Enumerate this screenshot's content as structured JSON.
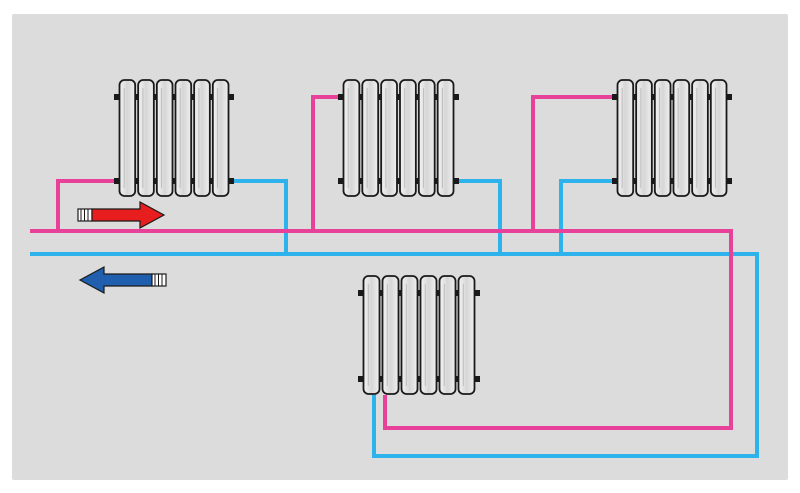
{
  "colors": {
    "frame": "#ffffff",
    "background": "#dcdcdc",
    "supply": "#e8419a",
    "return": "#2eb2ec",
    "supply_arrow": "#e81e1e",
    "return_arrow": "#1f5fae",
    "radiator_fill": "#e9e9e9",
    "radiator_stroke": "#1a1a1a"
  },
  "radiators": [
    {
      "name": "radiator-top-left",
      "sections": 6
    },
    {
      "name": "radiator-top-middle",
      "sections": 6
    },
    {
      "name": "radiator-top-right",
      "sections": 6
    },
    {
      "name": "radiator-bottom",
      "sections": 6
    }
  ],
  "flow": {
    "supply_direction": "right",
    "return_direction": "left"
  }
}
